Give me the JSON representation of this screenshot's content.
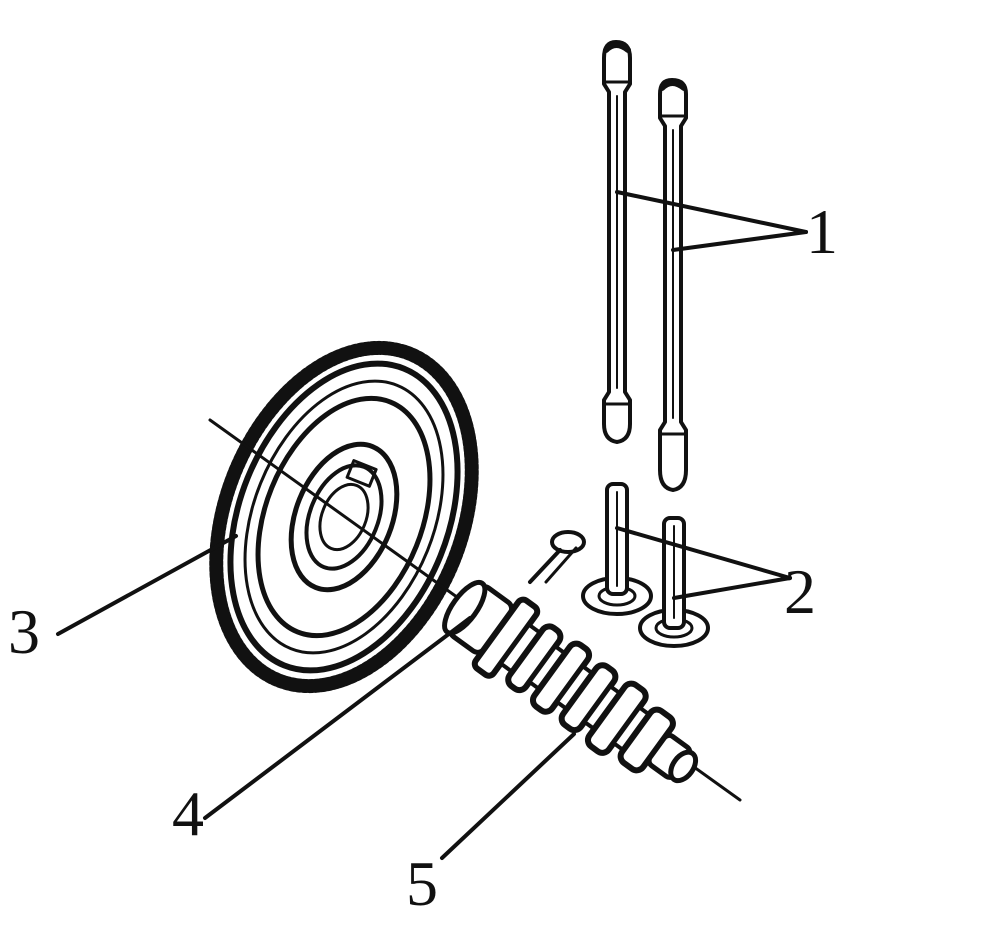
{
  "callouts": {
    "push_rods": "1",
    "tappets": "2",
    "timing_gear": "3",
    "woodruff_key": "4",
    "camshaft": "5"
  },
  "colors": {
    "ink": "#111111",
    "paper": "#ffffff"
  }
}
